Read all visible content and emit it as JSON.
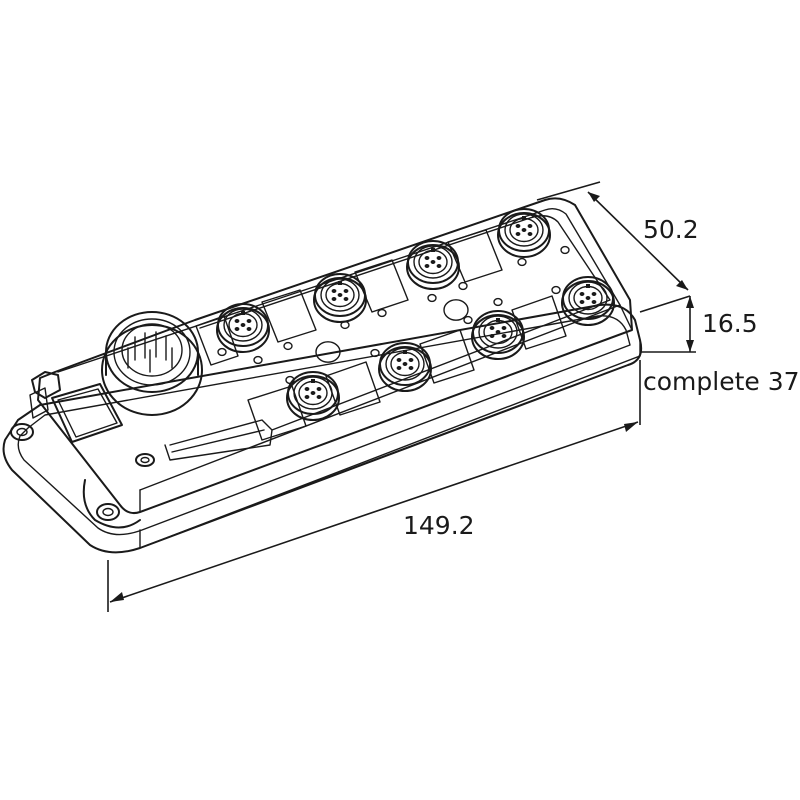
{
  "dimensions": {
    "width": "50.2",
    "height": "16.5",
    "complete": "complete 37",
    "length": "149.2"
  },
  "socket_count": 8
}
